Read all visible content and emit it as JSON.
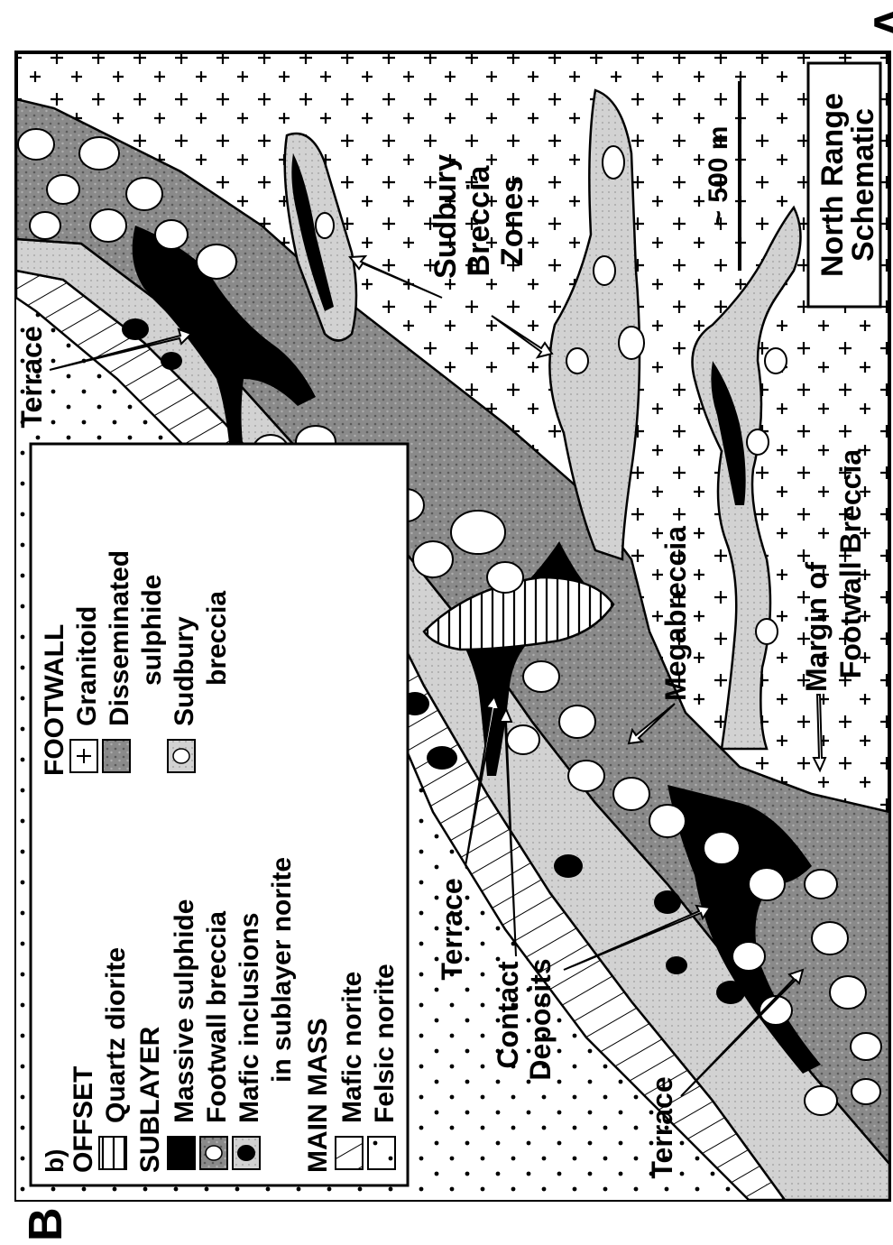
{
  "corner_label_top": "A",
  "corner_label_bottom": "B",
  "title": {
    "line1": "North Range",
    "line2": "Schematic"
  },
  "scale": "~ 500 m",
  "annotations": {
    "sudbury_breccia_zones": [
      "Sudbury",
      "Breccia",
      "Zones"
    ],
    "terrace": "Terrace",
    "megabreccia": "Megabreccia",
    "margin_fw_breccia": [
      "Margin of",
      "Footwall Breccia"
    ],
    "contact_deposits": [
      "Contact",
      "Deposits"
    ]
  },
  "legend": {
    "panel": "b)",
    "offset": {
      "heading": "OFFSET",
      "items": [
        "Quartz diorite"
      ]
    },
    "sublayer": {
      "heading": "SUBLAYER",
      "items": [
        "Massive sulphide",
        "Footwall breccia",
        "Mafic inclusions",
        "in sublayer norite"
      ]
    },
    "main_mass": {
      "heading": "MAIN MASS",
      "items": [
        "Mafic norite",
        "Felsic norite"
      ]
    },
    "footwall": {
      "heading": "FOOTWALL",
      "items": [
        "Granitoid",
        "Disseminated",
        "sulphide",
        "Sudbury",
        "breccia"
      ]
    }
  },
  "colors": {
    "ink": "#000000",
    "light_gray": "#cfcfcf",
    "medium_gray": "#8a8a8a",
    "paper": "#ffffff"
  }
}
